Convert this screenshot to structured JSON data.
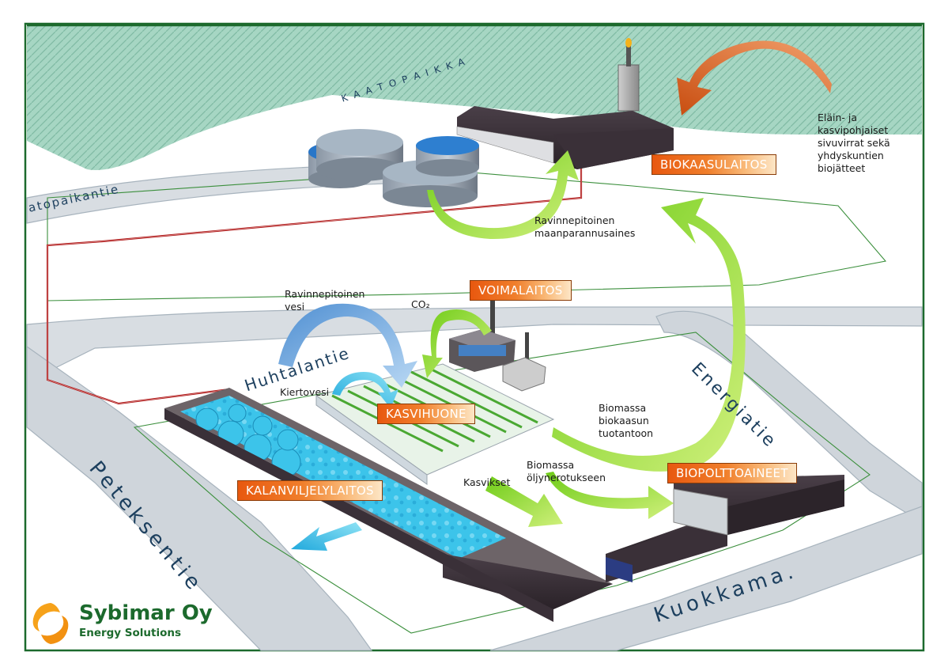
{
  "labels": {
    "biokaasulaitos": "BIOKAASULAITOS",
    "voimalaitos": "VOIMALAITOS",
    "kasvihuone": "KASVIHUONE",
    "kalanviljelylaitos": "KALANVILJELYLAITOS",
    "biopolttoaineet": "BIOPOLTTOAINEET"
  },
  "notes": {
    "sivuvirrat": "Eläin- ja\nkasvipohjaiset\nsivuvirrat sekä\nyhdyskuntien\nbiojätteet",
    "maanparannus": "Ravinnepitoinen\nmaanparannusaines",
    "vesi": "Ravinnepitoinen\nvesi",
    "co2": "CO₂",
    "kiertovesi": "Kiertovesi",
    "biokaasu": "Biomassa\nbiokaasun\ntuotantoon",
    "oljy": "Biomassa\nöljynerotukseen",
    "kasvikset": "Kasvikset"
  },
  "roads": {
    "kaatopaikka": "K A A T O P A I K K A",
    "kaatopaikantie": "atopaikantie",
    "huhtalantie": "Huhtalantie",
    "energiatie": "Energiatie",
    "peteksentie": "Peteksentie",
    "kuokkamaantie": "Kuokkama."
  },
  "logo": {
    "name": "Sybimar Oy",
    "tagline": "Energy Solutions"
  },
  "colors": {
    "brand_green": "#1c6a2d",
    "label_orange": "#e8580f",
    "arrow_green": "#8fd22a",
    "arrow_orange": "#d8641e",
    "arrow_blue": "#6fa9de",
    "water_cyan": "#38c6ec",
    "landfill": "#9ed3c0",
    "pipe_red": "#b01818",
    "building_dark": "#3a3038"
  }
}
